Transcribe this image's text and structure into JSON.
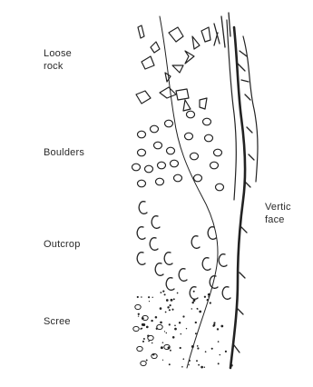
{
  "labels": {
    "loose_rock": [
      "Loose",
      "rock"
    ],
    "boulders": "Boulders",
    "outcrop": "Outcrop",
    "scree": "Scree",
    "vertical_face": [
      "Vertic",
      "face"
    ]
  },
  "colors": {
    "ink": "#222222",
    "paper": "#ffffff"
  }
}
